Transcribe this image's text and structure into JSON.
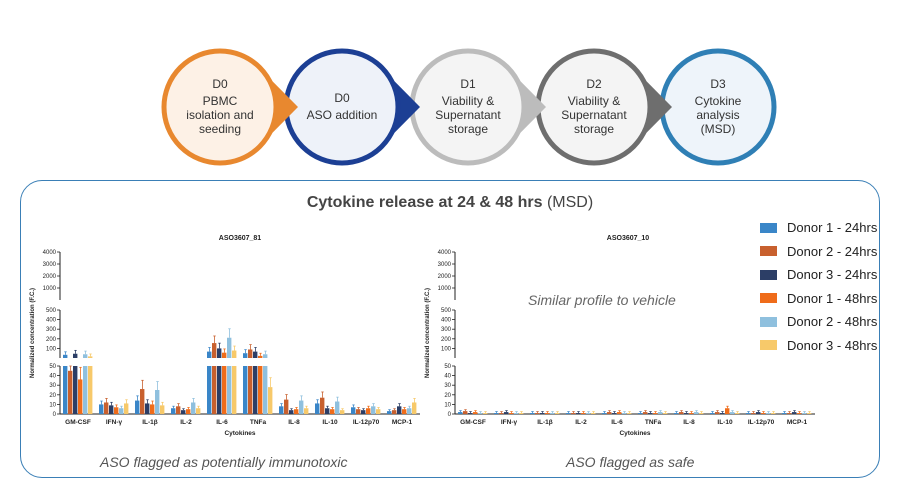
{
  "workflow": {
    "steps": [
      {
        "day": "D0",
        "lines": [
          "PBMC",
          "isolation and",
          "seeding"
        ],
        "fill": "#fdf1e6",
        "stroke": "#e8882f"
      },
      {
        "day": "D0",
        "lines": [
          "ASO addition"
        ],
        "fill": "#eef2f9",
        "stroke": "#1c3f94"
      },
      {
        "day": "D1",
        "lines": [
          "Viability &",
          "Supernatant",
          "storage"
        ],
        "fill": "#f4f4f4",
        "stroke": "#bcbcbc"
      },
      {
        "day": "D2",
        "lines": [
          "Viability &",
          "Supernatant",
          "storage"
        ],
        "fill": "#f4f4f4",
        "stroke": "#6e6e6e"
      },
      {
        "day": "D3",
        "lines": [
          "Cytokine",
          "analysis",
          "(MSD)"
        ],
        "fill": "#eef4fa",
        "stroke": "#2f7fb5"
      }
    ]
  },
  "panel": {
    "title_bold": "Cytokine release at 24 & 48 hrs",
    "title_rest": " (MSD)",
    "caption_left": "ASO flagged as potentially immunotoxic",
    "caption_right": "ASO flagged as safe",
    "annotation_right": "Similar profile to vehicle"
  },
  "legend": [
    {
      "label": "Donor 1 - 24hrs",
      "color": "#3a86c8"
    },
    {
      "label": "Donor 2 - 24hrs",
      "color": "#c8602e"
    },
    {
      "label": "Donor 3 - 24hrs",
      "color": "#2c3e66"
    },
    {
      "label": "Donor 1 - 48hrs",
      "color": "#ef6c1a"
    },
    {
      "label": "Donor 2 - 48hrs",
      "color": "#8fc0de"
    },
    {
      "label": "Donor 3 - 48hrs",
      "color": "#f7c96a"
    }
  ],
  "chart_data": [
    {
      "type": "bar",
      "title": "ASO3607_81",
      "xlabel": "Cytokines",
      "ylabel": "Normalized concentration (F.C.)",
      "y_ticks_top": [
        1000,
        2000,
        3000,
        4000
      ],
      "y_ticks_mid": [
        100,
        200,
        300,
        400,
        500
      ],
      "y_ticks_low": [
        0,
        10,
        20,
        30,
        40,
        50
      ],
      "categories": [
        "GM-CSF",
        "IFN-γ",
        "IL-1β",
        "IL-2",
        "IL-6",
        "TNFa",
        "IL-8",
        "IL-10",
        "IL-12p70",
        "MCP-1"
      ],
      "series": [
        {
          "name": "Donor 1 - 24hrs",
          "values": [
            80,
            10,
            14,
            6,
            110,
            95,
            8,
            11,
            7,
            3
          ]
        },
        {
          "name": "Donor 2 - 24hrs",
          "values": [
            45,
            12,
            26,
            8,
            190,
            130,
            15,
            17,
            5,
            4
          ]
        },
        {
          "name": "Donor 3 - 24hrs",
          "values": [
            90,
            9,
            11,
            4,
            140,
            110,
            4,
            6,
            4,
            8
          ]
        },
        {
          "name": "Donor 1 - 48hrs",
          "values": [
            36,
            7,
            10,
            5,
            100,
            70,
            5,
            5,
            6,
            5
          ]
        },
        {
          "name": "Donor 2 - 48hrs",
          "values": [
            85,
            6,
            25,
            12,
            240,
            85,
            14,
            13,
            8,
            6
          ]
        },
        {
          "name": "Donor 3 - 48hrs",
          "values": [
            65,
            11,
            9,
            6,
            120,
            28,
            6,
            4,
            5,
            12
          ]
        }
      ]
    },
    {
      "type": "bar",
      "title": "ASO3607_10",
      "xlabel": "Cytokines",
      "ylabel": "Normalized concentration (F.C.)",
      "y_ticks_top": [
        1000,
        2000,
        3000,
        4000
      ],
      "y_ticks_mid": [
        100,
        200,
        300,
        400,
        500
      ],
      "y_ticks_low": [
        0,
        10,
        20,
        30,
        40,
        50
      ],
      "categories": [
        "GM-CSF",
        "IFN-γ",
        "IL-1β",
        "IL-2",
        "IL-6",
        "TNFa",
        "IL-8",
        "IL-10",
        "IL-12p70",
        "MCP-1"
      ],
      "series": [
        {
          "name": "Donor 1 - 24hrs",
          "values": [
            2,
            1,
            1,
            1,
            1,
            1,
            1,
            1,
            1,
            1
          ]
        },
        {
          "name": "Donor 2 - 24hrs",
          "values": [
            3,
            1,
            1,
            1,
            2,
            2,
            2,
            2,
            1,
            1
          ]
        },
        {
          "name": "Donor 3 - 24hrs",
          "values": [
            1,
            2,
            1,
            1,
            1,
            1,
            1,
            1,
            2,
            2
          ]
        },
        {
          "name": "Donor 1 - 48hrs",
          "values": [
            2,
            1,
            1,
            1,
            2,
            1,
            1,
            6,
            1,
            1
          ]
        },
        {
          "name": "Donor 2 - 48hrs",
          "values": [
            1,
            1,
            1,
            1,
            1,
            2,
            2,
            2,
            1,
            1
          ]
        },
        {
          "name": "Donor 3 - 48hrs",
          "values": [
            1,
            1,
            1,
            1,
            1,
            1,
            1,
            1,
            1,
            1
          ]
        }
      ]
    }
  ]
}
